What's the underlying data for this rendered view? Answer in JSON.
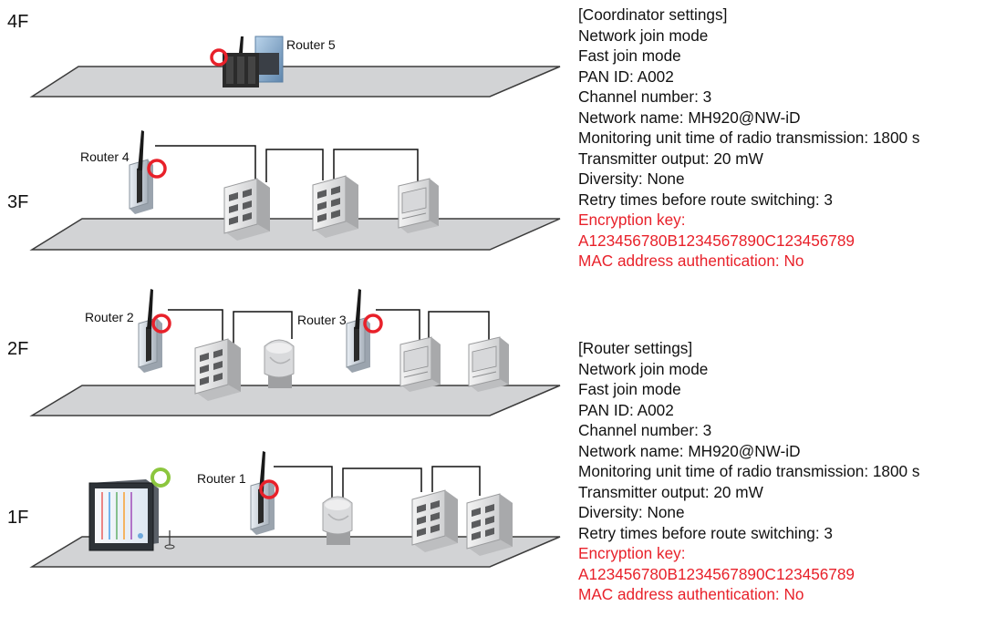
{
  "floors": [
    {
      "label": "4F"
    },
    {
      "label": "3F"
    },
    {
      "label": "2F"
    },
    {
      "label": "1F"
    }
  ],
  "routers": [
    {
      "label": "Router 5"
    },
    {
      "label": "Router 4"
    },
    {
      "label": "Router 2"
    },
    {
      "label": "Router 3"
    },
    {
      "label": "Router 1"
    }
  ],
  "colors": {
    "floor_fill": "#d2d3d5",
    "floor_stroke": "#3c3c3c",
    "router_marker": "#e8212a",
    "coordinator_marker": "#8cc63e",
    "highlight_text": "#e8212a"
  },
  "coordinator_settings": {
    "header": "[Coordinator settings]",
    "network_join_mode": "Network join mode",
    "fast_join_mode": "Fast join mode",
    "pan_id": "PAN ID: A002",
    "channel": "Channel number: 3",
    "network_name": "Network name: MH920@NW-iD",
    "monitoring_time": "Monitoring unit time of radio transmission: 1800 s",
    "transmitter_output": "Transmitter output: 20 mW",
    "diversity": "Diversity: None",
    "retry_times": "Retry times before route switching: 3",
    "encryption_key_label": "Encryption key:",
    "encryption_key_value": "A123456780B1234567890C123456789",
    "mac_auth": "MAC address authentication: No"
  },
  "router_settings": {
    "header": "[Router settings]",
    "network_join_mode": "Network join mode",
    "fast_join_mode": "Fast join mode",
    "pan_id": "PAN ID: A002",
    "channel": "Channel number: 3",
    "network_name": "Network name: MH920@NW-iD",
    "monitoring_time": "Monitoring unit time of radio transmission: 1800 s",
    "transmitter_output": "Transmitter output: 20 mW",
    "diversity": "Diversity: None",
    "retry_times": "Retry times before route switching: 3",
    "encryption_key_label": "Encryption key:",
    "encryption_key_value": "A123456780B1234567890C123456789",
    "mac_auth": "MAC address authentication: No"
  }
}
